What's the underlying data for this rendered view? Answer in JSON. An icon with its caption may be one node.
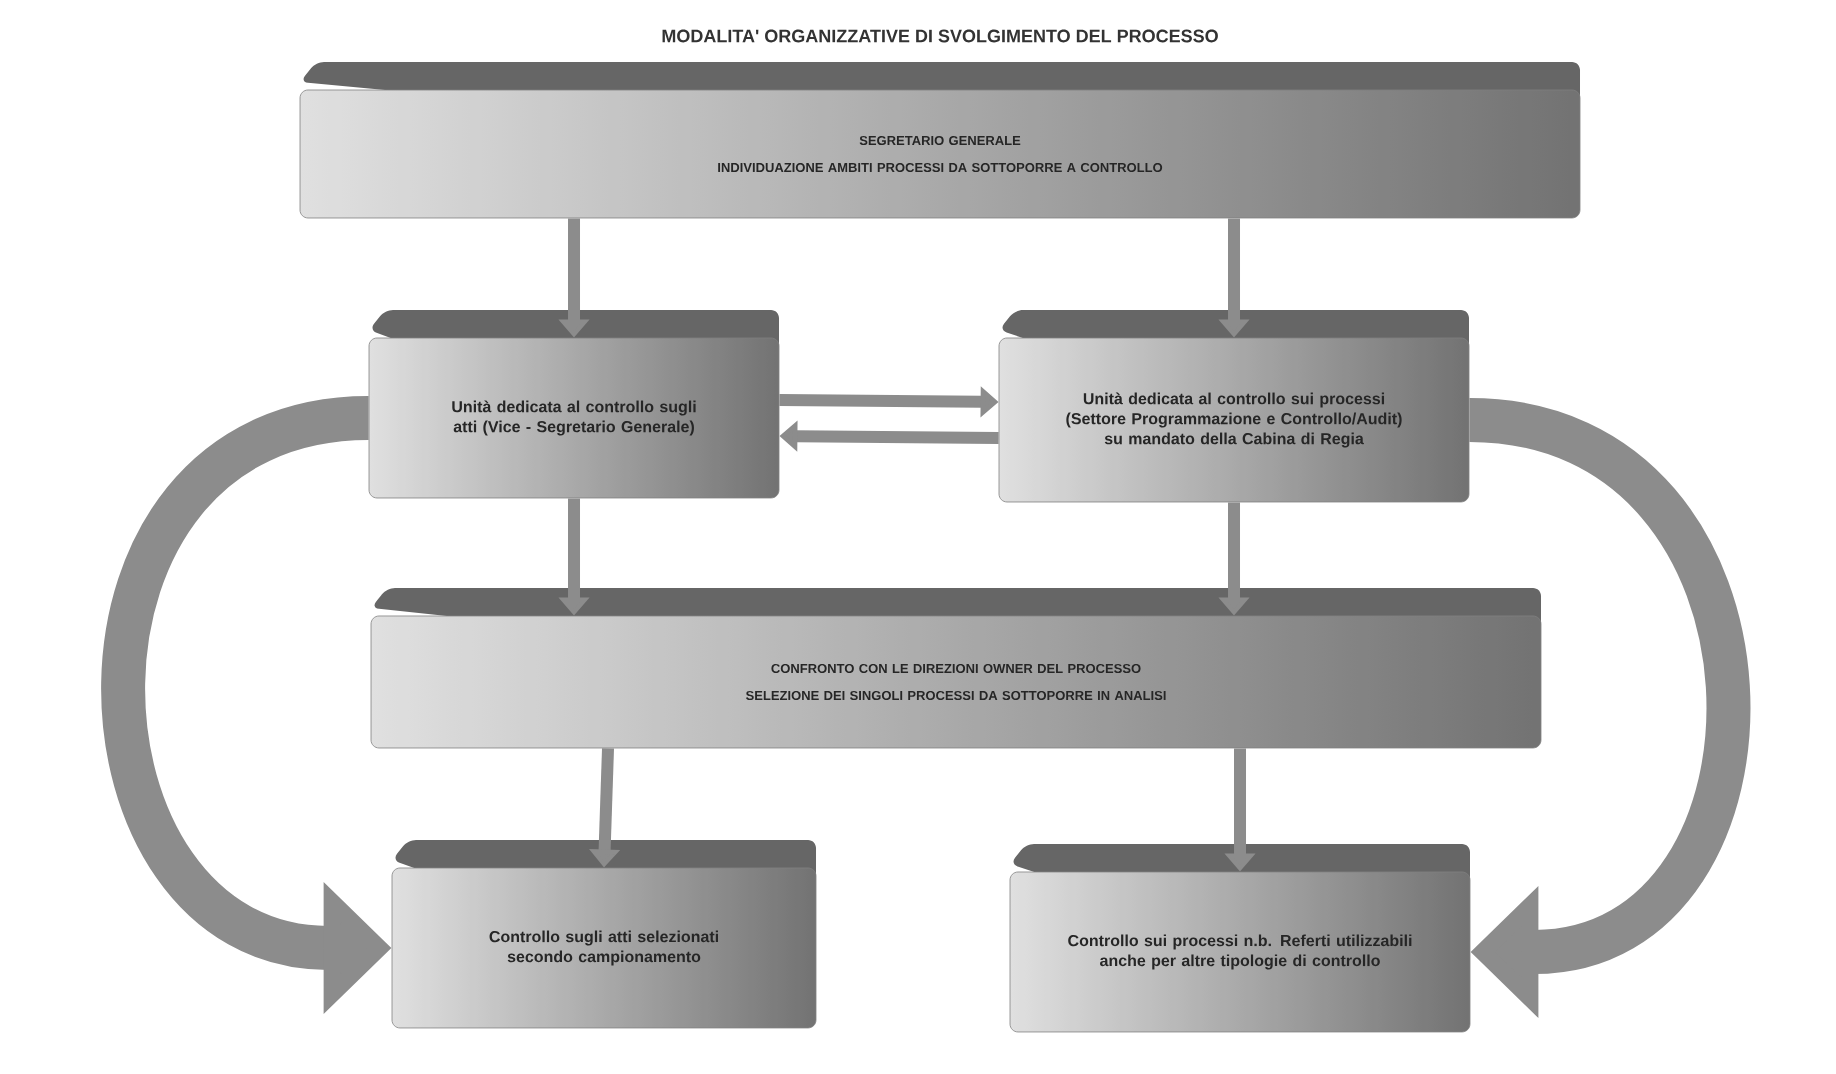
{
  "diagram": {
    "title": "MODALITA' ORGANIZZATIVE DI SVOLGIMENTO DEL PROCESSO",
    "nodes": [
      {
        "text": [
          "SEGRETARIO GENERALE",
          "INDIVIDUAZIONE AMBITI PROCESSI DA SOTTOPORRE A CONTROLLO"
        ]
      },
      {
        "text": [
          "Unità dedicata al controllo sugli atti (Vice - Segretario Generale)"
        ]
      },
      {
        "text": [
          "Unità dedicata al controllo sui processi (Settore Programmazione e Controllo/Audit) su mandato della Cabina di Regia"
        ]
      },
      {
        "text": [
          "CONFRONTO CON LE DIREZIONI OWNER DEL PROCESSO",
          "SELEZIONE DEI SINGOLI PROCESSI DA SOTTOPORRE IN ANALISI"
        ]
      },
      {
        "text": [
          "Controllo sugli atti selezionati secondo campionamento"
        ]
      },
      {
        "text": [
          "Controllo sui processi n.b. Referti utilizzabili anche per altre tipologie di controllo"
        ]
      }
    ],
    "edges": [
      {
        "from": 0,
        "to": 1,
        "arrow": "to"
      },
      {
        "from": 0,
        "to": 2,
        "arrow": "to"
      },
      {
        "from": 1,
        "to": 2,
        "arrow": "to"
      },
      {
        "from": 2,
        "to": 1,
        "arrow": "to"
      },
      {
        "from": 1,
        "to": 3,
        "arrow": "to"
      },
      {
        "from": 2,
        "to": 3,
        "arrow": "to"
      },
      {
        "from": 3,
        "to": 4,
        "arrow": "to"
      },
      {
        "from": 3,
        "to": 5,
        "arrow": "to"
      },
      {
        "from": 1,
        "to": 4,
        "arrow": "to",
        "style": "thick"
      },
      {
        "from": 2,
        "to": 5,
        "arrow": "to",
        "style": "thick"
      }
    ]
  }
}
